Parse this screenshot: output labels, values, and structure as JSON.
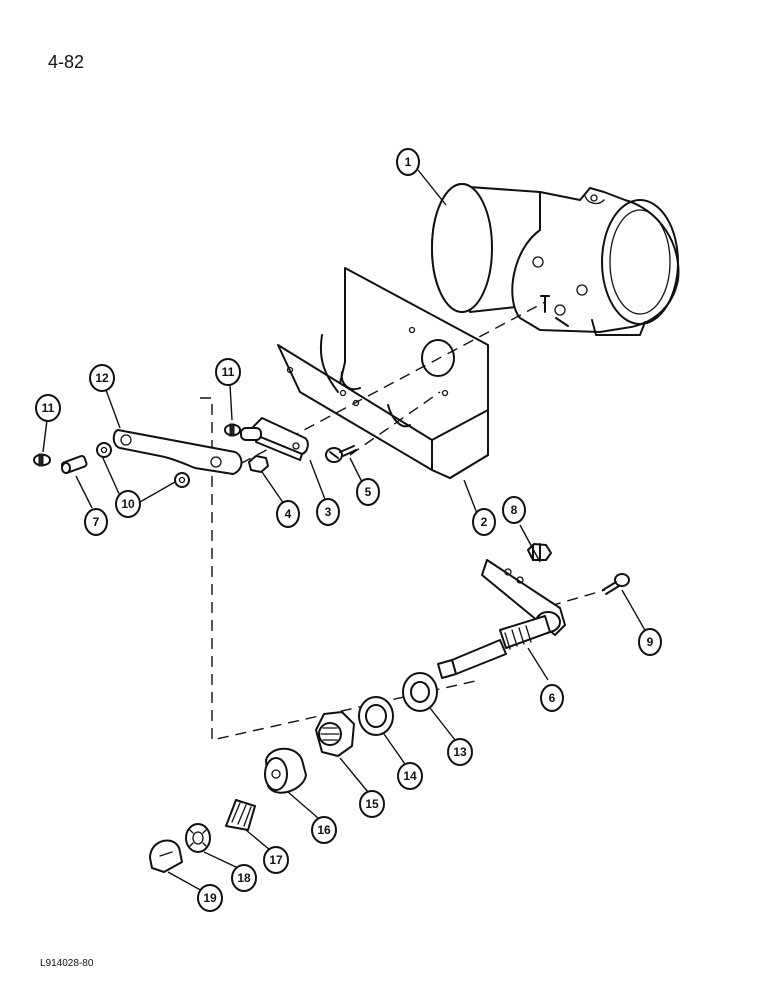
{
  "page_number": "4-82",
  "figure_code": "L914028-80",
  "callouts": {
    "c1": "1",
    "c2": "2",
    "c3": "3",
    "c4": "4",
    "c5": "5",
    "c6": "6",
    "c7": "7",
    "c8": "8",
    "c9": "9",
    "c10": "10",
    "c11a": "11",
    "c11b": "11",
    "c12": "12",
    "c13": "13",
    "c14": "14",
    "c15": "15",
    "c16": "16",
    "c17": "17",
    "c18": "18",
    "c19": "19"
  }
}
